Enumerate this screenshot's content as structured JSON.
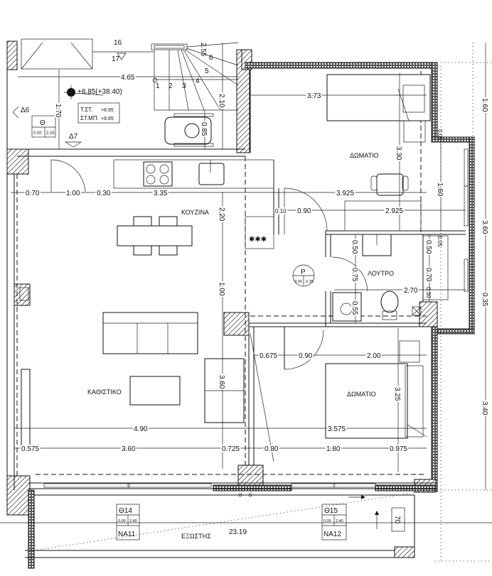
{
  "rooms": {
    "kitchen": "ΚΟΥΖΙΝΑ",
    "living": "ΚΑΘΙΣΤΙΚΟ",
    "bedroom1": "ΔΩΜΑΤΙΟ",
    "bedroom2": "ΔΩΜΑΤΙΟ",
    "bathroom": "ΛΟΥΤΡΟ",
    "balcony": "ΕΞΩΣΤΗΣ"
  },
  "level": {
    "elevation": "+8.85(+38.40)",
    "floor_finish_label": "Τ.ΣΤ.",
    "floor_finish_value": "+8.95",
    "slab_label": "ΣΤ.ΜΠ.",
    "slab_value": "+8.85"
  },
  "markers": {
    "d6": "Δ6",
    "d7": "Δ7"
  },
  "tags": [
    {
      "id": "Θ",
      "a": "0.00",
      "b": "2.25"
    },
    {
      "id": "P",
      "a": "0.00",
      "b": "2.25"
    },
    {
      "id": "Θ14",
      "a": "0.00",
      "b": "2.40",
      "code": "ΝΑ11"
    },
    {
      "id": "Θ15",
      "a": "0.00",
      "b": "2.40",
      "code": "ΝΑ12"
    }
  ],
  "stairs": [
    "1",
    "2",
    "3",
    "4",
    "5",
    "6",
    "16",
    "17"
  ],
  "balcony_length": "23.19",
  "balcony_note": "70",
  "dims": [
    "4.65",
    "1.70",
    "2.55",
    "2.10",
    "0.85",
    "0.70",
    "1.00",
    "0.30",
    "3.35",
    "3.73",
    "3.30",
    "3.925",
    "0.10",
    "0.90",
    "2.925",
    "2.20",
    "1.60",
    "0.05",
    "0.05",
    "0.50",
    "0.75",
    "0.55",
    "0.50",
    "0.70",
    "0.30",
    "2.70",
    "1.00",
    "0.675",
    "0.90",
    "2.00",
    "3.60",
    "3.25",
    "4.90",
    "3.575",
    "0.575",
    "3.60",
    "0.725",
    "0.80",
    "1.80",
    "0.975",
    "1.60",
    "3.60",
    "0.35",
    "3.40"
  ]
}
